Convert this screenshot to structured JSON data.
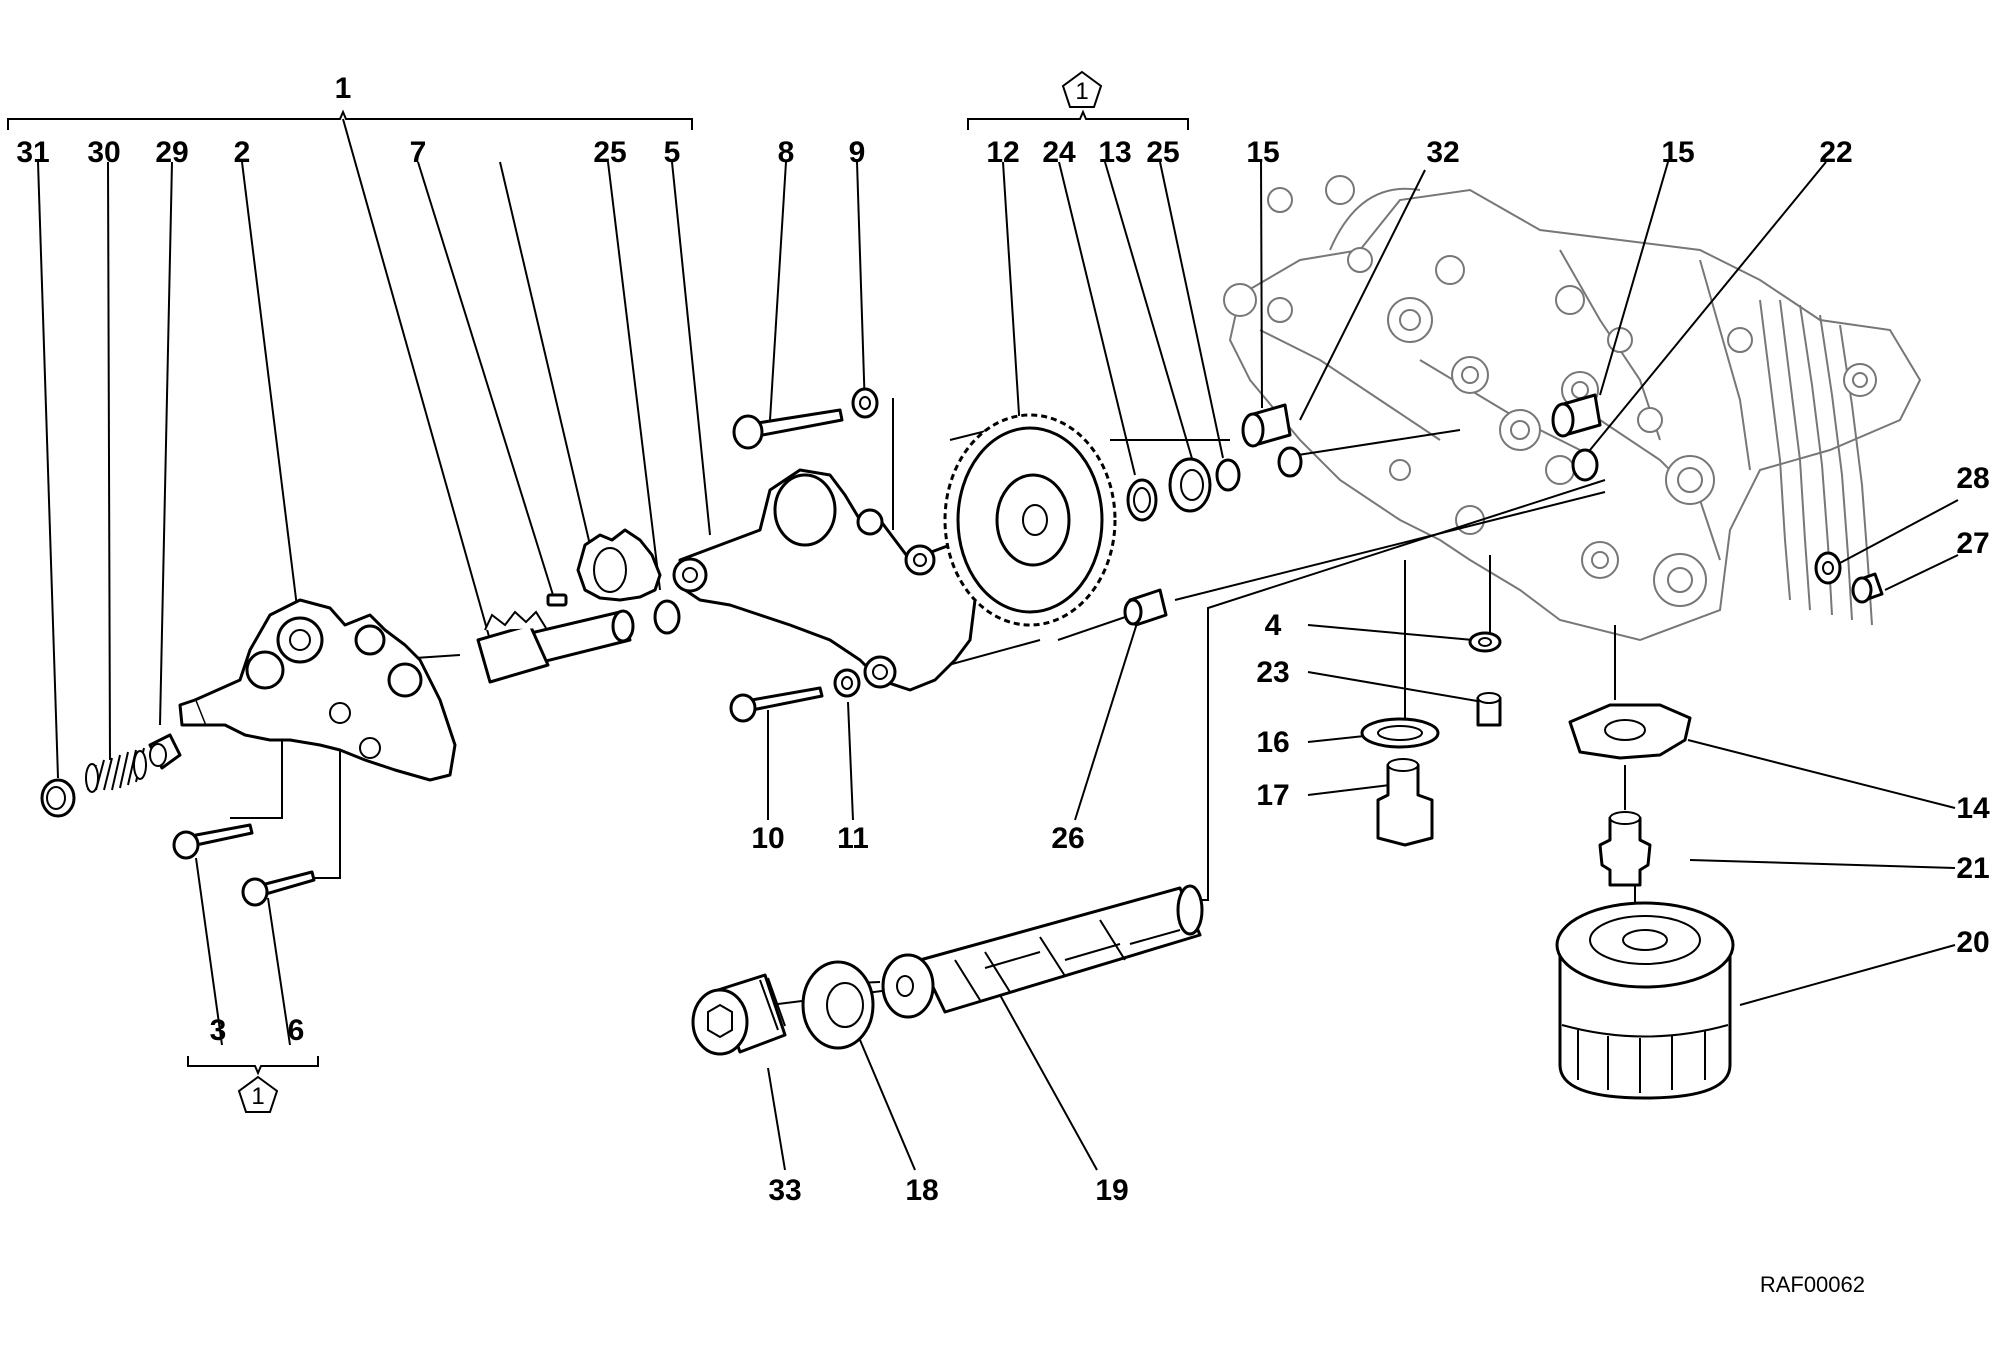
{
  "labels": {
    "n1": "1",
    "n2": "2",
    "n3": "3",
    "n4": "4",
    "n5": "5",
    "n6": "6",
    "n7": "7",
    "n8": "8",
    "n9": "9",
    "n10": "10",
    "n11": "11",
    "n12": "12",
    "n13": "13",
    "n14": "14",
    "n15": "15",
    "n16": "16",
    "n17": "17",
    "n18": "18",
    "n19": "19",
    "n20": "20",
    "n21": "21",
    "n22": "22",
    "n23": "23",
    "n24": "24",
    "n25": "25",
    "n26": "26",
    "n27": "27",
    "n28": "28",
    "n29": "29",
    "n30": "30",
    "n31": "31",
    "n32": "32",
    "n33": "33"
  },
  "symbol_number": "1",
  "reference_code": "RAF00062"
}
